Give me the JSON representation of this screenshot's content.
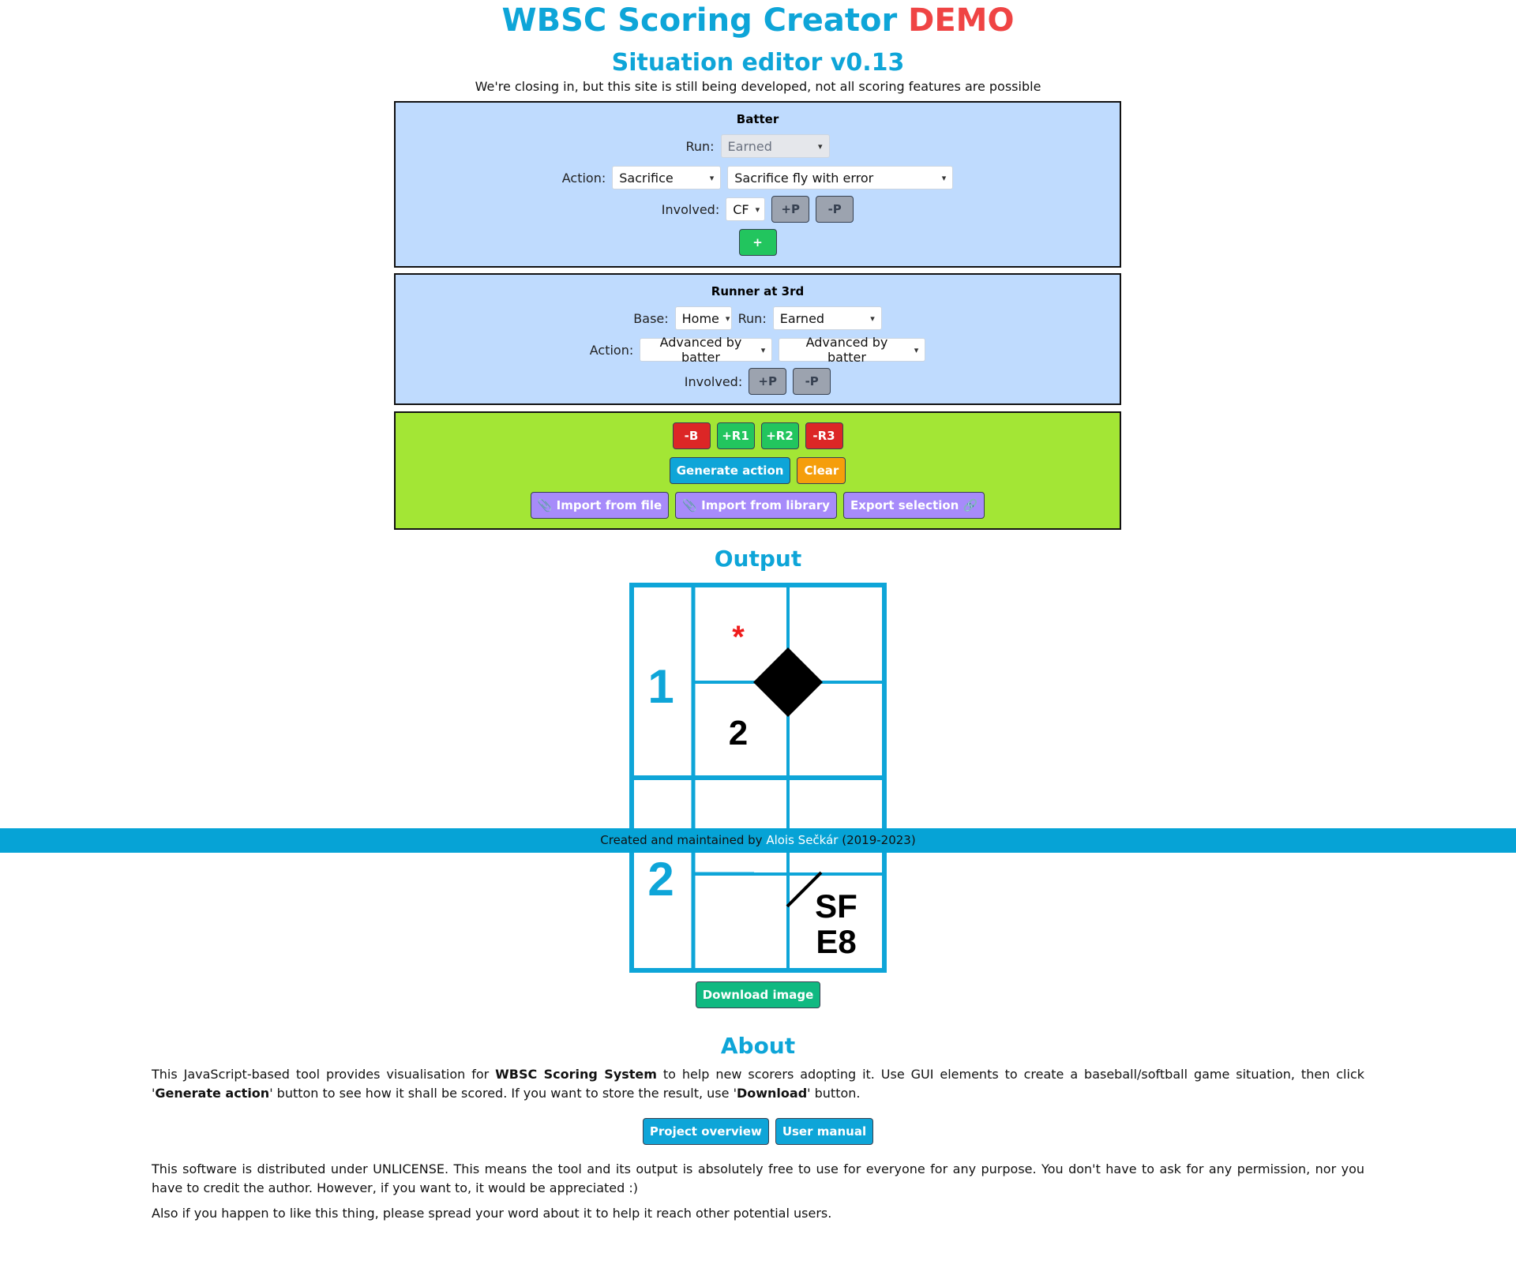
{
  "header": {
    "title": "WBSC Scoring Creator",
    "demo": "DEMO",
    "subtitle": "Situation editor v0.13",
    "note": "We're closing in, but this site is still being developed, not all scoring features are possible"
  },
  "batter": {
    "title": "Batter",
    "run_label": "Run:",
    "run_value": "Earned",
    "action_label": "Action:",
    "action_value": "Sacrifice",
    "action_detail": "Sacrifice fly with error",
    "involved_label": "Involved:",
    "involved_value": "CF",
    "plus_p": "+P",
    "minus_p": "-P",
    "add": "+"
  },
  "runner3": {
    "title": "Runner at 3rd",
    "base_label": "Base:",
    "base_value": "Home",
    "run_label": "Run:",
    "run_value": "Earned",
    "action_label": "Action:",
    "action_value": "Advanced by batter",
    "action_detail": "Advanced by batter",
    "involved_label": "Involved:",
    "plus_p": "+P",
    "minus_p": "-P"
  },
  "controls": {
    "minus_b": "-B",
    "plus_r1": "+R1",
    "plus_r2": "+R2",
    "minus_r3": "-R3",
    "generate": "Generate action",
    "clear": "Clear",
    "import_file": "📎 Import from file",
    "import_library": "📎 Import from library",
    "export_selection": "Export selection 🔗"
  },
  "output": {
    "heading": "Output",
    "top_number": "1",
    "top_mark": "*",
    "top_count": "2",
    "bottom_number": "2",
    "bottom_code_1": "SF",
    "bottom_code_2": "E8",
    "download": "Download image"
  },
  "footer": {
    "prefix": "Created and maintained by ",
    "author": "Alois Sečkár",
    "suffix": " (2019-2023)"
  },
  "about": {
    "heading": "About",
    "p1_a": "This JavaScript-based tool provides visualisation for ",
    "p1_b": "WBSC Scoring System",
    "p1_c": " to help new scorers adopting it. Use GUI elements to create a baseball/softball game situation, then click '",
    "p1_d": "Generate action",
    "p1_e": "' button to see how it shall be scored. If you want to store the result, use '",
    "p1_f": "Download",
    "p1_g": "' button.",
    "project_overview": "Project overview",
    "user_manual": "User manual",
    "p2": "This software is distributed under UNLICENSE. This means the tool and its output is absolutely free to use for everyone for any purpose. You don't have to ask for any permission, nor you have to credit the author. However, if you want to, it would be appreciated :)",
    "p3": "Also if you happen to like this thing, please spread your word about it to help it reach other potential users."
  },
  "colors": {
    "accent": "#0ea5d8",
    "demo": "#ef4444",
    "panel_blue": "#bfdbfe",
    "panel_green": "#a3e635"
  }
}
